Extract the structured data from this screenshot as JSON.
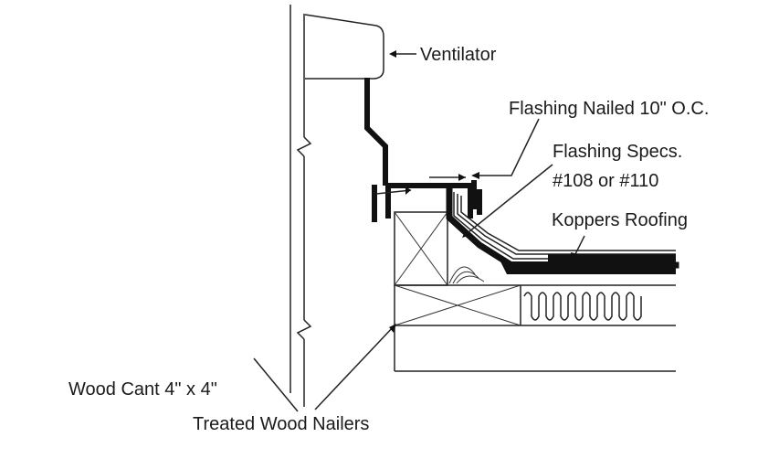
{
  "diagram": {
    "labels": {
      "ventilator": "Ventilator",
      "flashing_nailed": "Flashing Nailed 10\" O.C.",
      "flashing_specs_line1": "Flashing Specs.",
      "flashing_specs_line2": "#108 or #110",
      "koppers_roofing": "Koppers Roofing",
      "wood_cant": "Wood Cant 4\" x 4\"",
      "treated_wood_nailers": "Treated Wood Nailers"
    }
  }
}
